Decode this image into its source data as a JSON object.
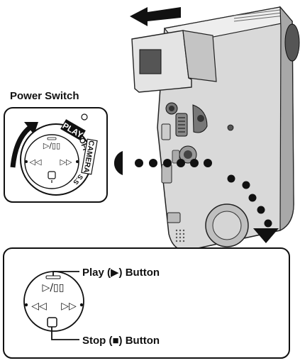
{
  "labels": {
    "power_switch": "Power Switch",
    "play_button": "Play (▶) Button",
    "stop_button": "Stop (■) Button"
  },
  "switch_modes": {
    "play": "PLAY",
    "off": "OFF",
    "camera": "CAMERA",
    "s_s": "S.S"
  },
  "button_glyphs": {
    "play_pause": "▷/▯▯",
    "rewind": "◁◁",
    "fast_forward": "▷▷"
  },
  "icons": {
    "arrow_slide": "left-arrow-icon",
    "arrow_rotate": "curved-arrow-icon",
    "stop": "square-stop-icon"
  },
  "colors": {
    "ink": "#111111",
    "camcorder_body": "#d9d9d9",
    "camcorder_shade": "#a8a8a8"
  }
}
